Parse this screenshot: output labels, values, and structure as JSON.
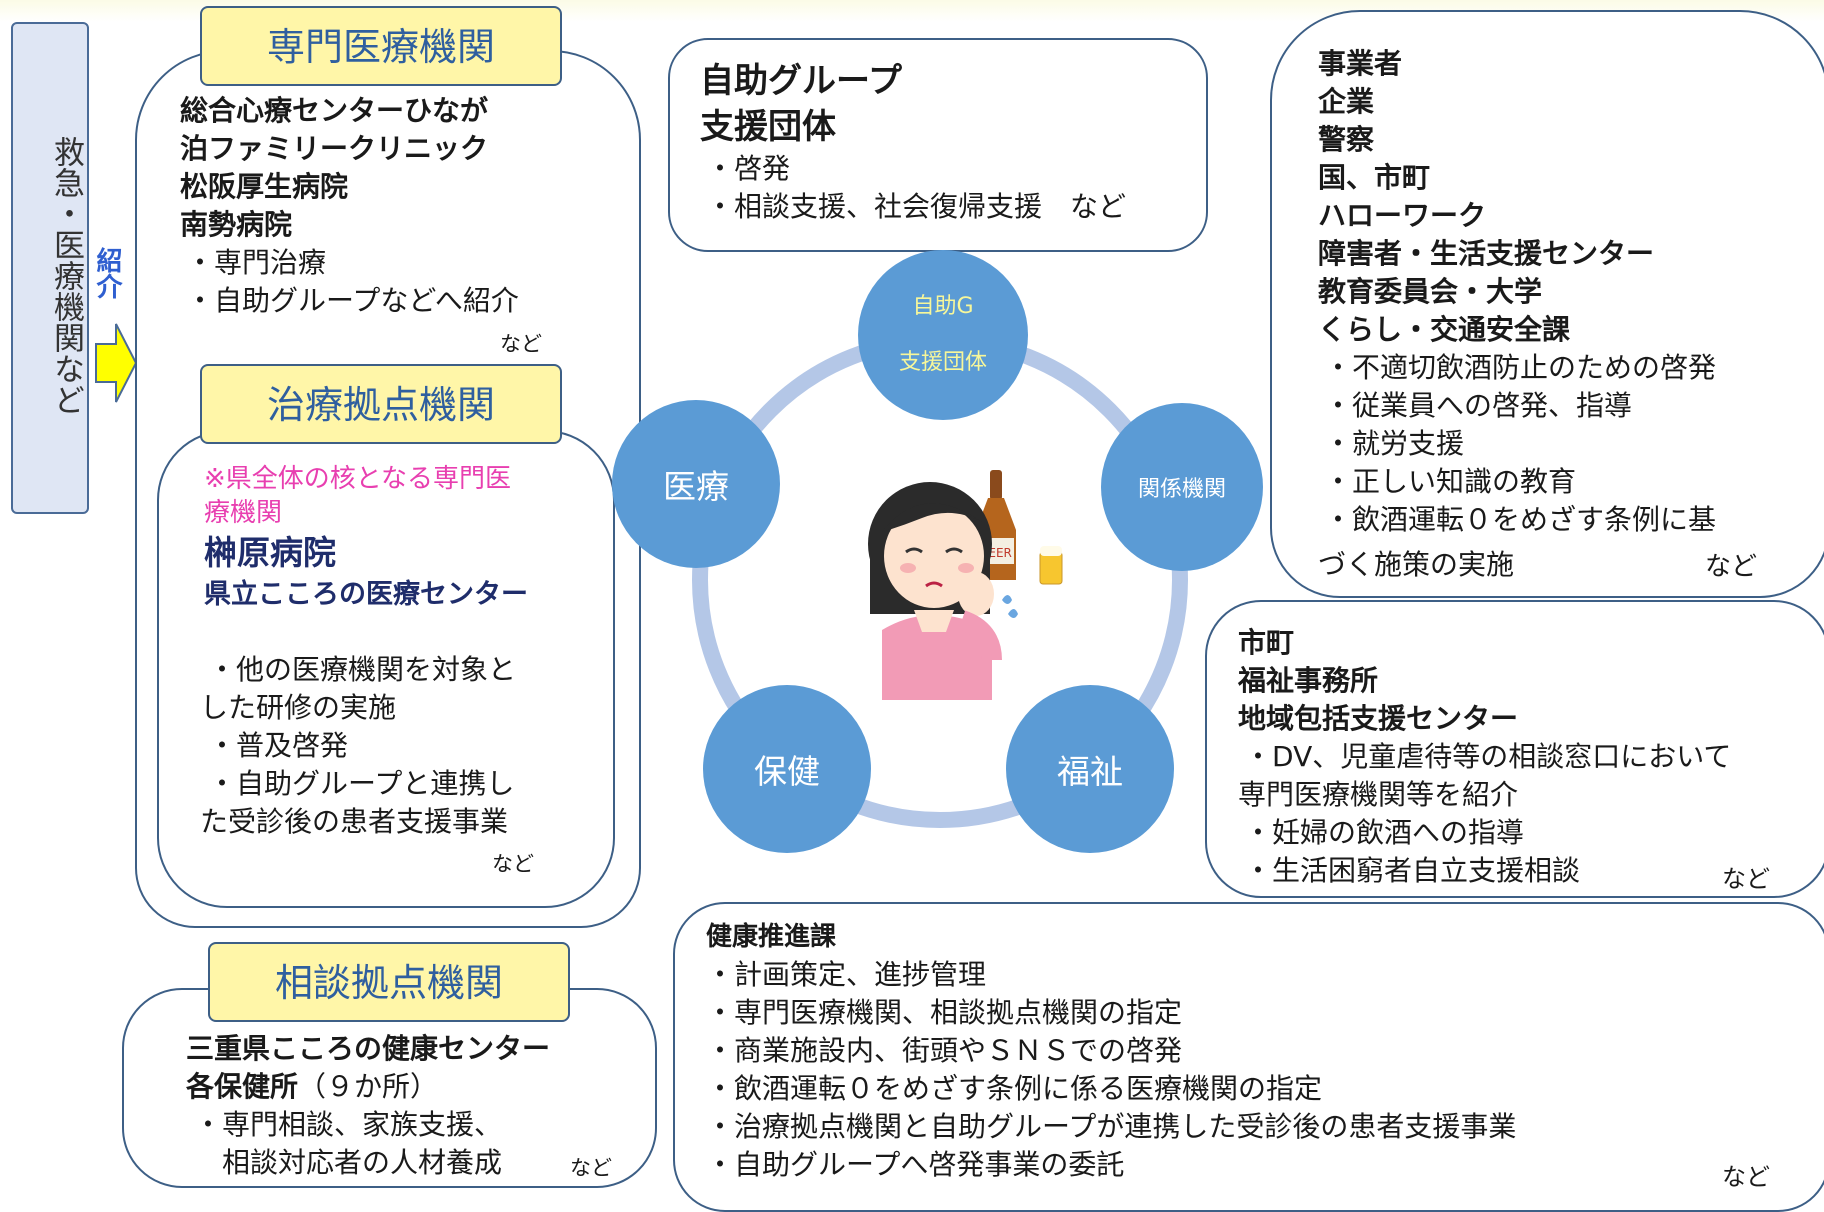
{
  "emergency": {
    "label": "救急・医療機関など",
    "referral": "紹介"
  },
  "specialized": {
    "tab": "専門医療機関",
    "names": [
      "総合心療センターひなが",
      "泊ファミリークリニック",
      "松阪厚生病院",
      "南勢病院"
    ],
    "items": [
      "・専門治療",
      "・自助グループなどへ紹介"
    ],
    "etc": "など"
  },
  "treatment": {
    "tab": "治療拠点機関",
    "note": [
      "※県全体の核となる専門医",
      "療機関"
    ],
    "hospital": "榊原病院",
    "center": "県立こころの医療センター",
    "items": [
      "・他の医療機関を対象と",
      "した研修の実施",
      "・普及啓発",
      "・自助グループと連携し",
      "た受診後の患者支援事業"
    ],
    "etc": "など"
  },
  "consult": {
    "tab": "相談拠点機関",
    "name": "三重県こころの健康センター",
    "name2_bold": "各保健所",
    "name2_rest": "（９か所）",
    "items": [
      "・専門相談、家族支援、",
      "　相談対応者の人材養成"
    ],
    "etc": "など"
  },
  "selfhelp": {
    "titles": [
      "自助グループ",
      "支援団体"
    ],
    "items": [
      "・啓発",
      "・相談支援、社会復帰支援　など"
    ]
  },
  "business": {
    "names": [
      "事業者",
      "企業",
      "警察",
      "国、市町",
      "ハローワーク",
      "障害者・生活支援センター",
      "教育委員会・大学",
      "くらし・交通安全課"
    ],
    "items": [
      "・不適切飲酒防止のための啓発",
      "・従業員への啓発、指導",
      "・就労支援",
      "・正しい知識の教育",
      "・飲酒運転０をめざす条例に基"
    ],
    "last": "づく施策の実施",
    "etc": "など"
  },
  "city": {
    "names": [
      "市町",
      "福祉事務所",
      "地域包括支援センター"
    ],
    "items": [
      "・DV、児童虐待等の相談窓口において",
      "専門医療機関等を紹介",
      "・妊婦の飲酒への指導"
    ],
    "last": "・生活困窮者自立支援相談",
    "etc": "など"
  },
  "health": {
    "title": "健康推進課",
    "items": [
      "・計画策定、進捗管理",
      "・専門医療機関、相談拠点機関の指定",
      "・商業施設内、街頭やＳＮＳでの啓発",
      "・飲酒運転０をめざす条例に係る医療機関の指定",
      "・治療拠点機関と自助グループが連携した受診後の患者支援事業"
    ],
    "last": "・自助グループへ啓発事業の委託",
    "etc": "など"
  },
  "circles": {
    "selfhelp": [
      "自助G",
      "支援団体"
    ],
    "related": "関係機関",
    "medical": "医療",
    "health": "保健",
    "welfare": "福祉"
  },
  "colors": {
    "circle": "#5b9bd5",
    "ring": "#b4c7e7",
    "tab": "#fff6a8",
    "border": "#3d5f86",
    "pink_note": "#e83fb0",
    "navy": "#1f2d6b"
  }
}
